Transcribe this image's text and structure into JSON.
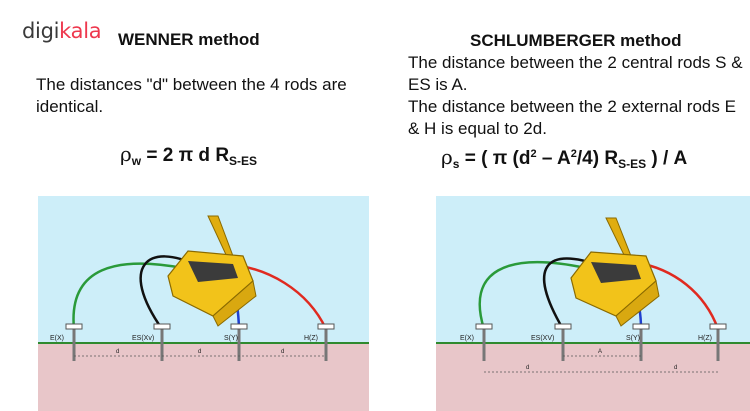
{
  "logo": {
    "part1": "digi",
    "part2": "kala"
  },
  "wenner": {
    "title": "WENNER method",
    "description": "The distances \"d\" between the 4 rods are identical.",
    "formula": {
      "rho": "ρ",
      "rho_sub": "w",
      "body": "= 2 π d R",
      "r_sub": "S-ES"
    },
    "diagram": {
      "rods": [
        {
          "label": "E(X)"
        },
        {
          "label": "ES(Xv)"
        },
        {
          "label": "S(Y)"
        },
        {
          "label": "H(Z)"
        }
      ],
      "spacing_labels": [
        "d",
        "d",
        "d"
      ]
    }
  },
  "schlumberger": {
    "title": "SCHLUMBERGER method",
    "description_line1": "The distance between the 2 central rods S & ES is A.",
    "description_line2": "The distance between the 2 external rods E & H is equal to 2d.",
    "formula": {
      "rho": "ρ",
      "rho_sub": "s",
      "part1": "= ( π (d",
      "sup1": "2",
      "part2": " – A",
      "sup2": "2",
      "part3": "/4) R",
      "r_sub": "S-ES",
      "part4": " ) / A"
    },
    "diagram": {
      "rods": [
        {
          "label": "E(X)"
        },
        {
          "label": "ES(XV)"
        },
        {
          "label": "S(Y)"
        },
        {
          "label": "H(Z)"
        }
      ],
      "spacing_labels": [
        "A",
        "d",
        "d"
      ]
    }
  },
  "colors": {
    "sky": "#cdeef9",
    "ground": "#e8c6c9",
    "ground_line": "#2f8a2f",
    "device_yellow": "#f2c31a",
    "wire_green": "#2a9a3a",
    "wire_black": "#111111",
    "wire_blue": "#1f3fd0",
    "wire_red": "#e02a20",
    "logo_red": "#ee384e"
  }
}
